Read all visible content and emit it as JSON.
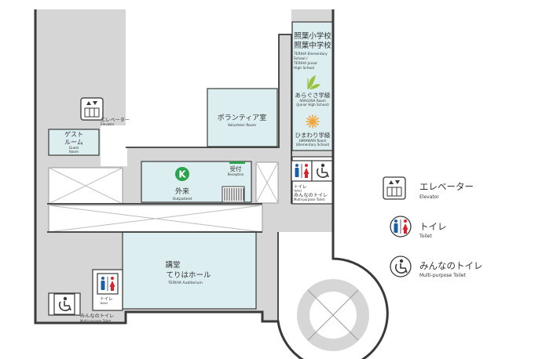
{
  "colors": {
    "background": "#ffffff",
    "corridor": "#d6d6d6",
    "room": "#ddeef0",
    "wall": "#3a3a3a",
    "toilet_blue": "#1a5fa8",
    "toilet_red": "#d9232a",
    "outpatient_green": "#2ca24d",
    "himawari_orange": "#f3a53a",
    "aragusa_green": "#9ac23c"
  },
  "rooms": {
    "school": {
      "title_1": "照葉小学校",
      "title_2": "照葉中学校",
      "en_1": "TERIHA Elementary",
      "en_2": "School /",
      "en_3": "TERIHA Junior",
      "en_4": "High School"
    },
    "aragusa": {
      "name": "あらぐさ学級",
      "en_1": "ARAGUSA Room",
      "en_2": "(Junior High School)",
      "icon": "aragusa-leaf-icon"
    },
    "himawari": {
      "name": "ひまわり学級",
      "en_1": "HIMAWARI Room",
      "en_2": "(Elementary School)",
      "icon": "sunflower-icon"
    },
    "volunteer": {
      "name": "ボランティア室",
      "en": "Volunteer Room"
    },
    "guest": {
      "name_1": "ゲスト",
      "name_2": "ルーム",
      "en_1": "Guest",
      "en_2": "Room"
    },
    "outpatient": {
      "name": "外来",
      "en": "Outpatient",
      "badge": "K"
    },
    "reception": {
      "name": "受付",
      "en": "Reception"
    },
    "auditorium": {
      "name_1": "講堂",
      "name_2": "てりはホール",
      "en": "TERIHA Auditorium"
    }
  },
  "map_labels": {
    "elevator": {
      "ja": "エレベーター",
      "en": "Elevator"
    },
    "toilet_right": {
      "ja": "トイレ",
      "en": "Toilet"
    },
    "multi_right": {
      "ja": "みんなのトイレ",
      "en": "Multi-purpose Toilet"
    },
    "toilet_left": {
      "ja": "トイレ",
      "en": "Toilet"
    },
    "multi_left": {
      "ja": "みんなのトイレ",
      "en": "Multi-purpose Toilet"
    }
  },
  "legend": [
    {
      "icon": "elevator-icon",
      "ja": "エレベーター",
      "en": "Elevator"
    },
    {
      "icon": "toilet-icon",
      "ja": "トイレ",
      "en": "Toilet"
    },
    {
      "icon": "wheelchair-icon",
      "ja": "みんなのトイレ",
      "en": "Multi-purpose Toilet"
    }
  ]
}
